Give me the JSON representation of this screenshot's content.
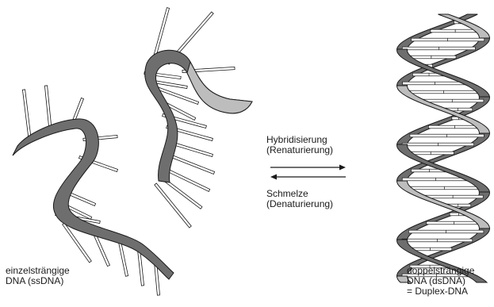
{
  "labels": {
    "ssdna": {
      "line1": "einzelsträngige",
      "line2": "DNA (ssDNA)"
    },
    "dsdna": {
      "line1": "doppelsträngige",
      "line2": "DNA (dsDNA)",
      "line3": "= Duplex-DNA"
    },
    "hybridization": {
      "line1": "Hybridisierung",
      "line2": "(Renaturierung)"
    },
    "melting": {
      "line1": "Schmelze",
      "line2": "(Denaturierung)"
    }
  },
  "colors": {
    "strand_dark": "#6e6e6e",
    "strand_light": "#bdbdbd",
    "outline": "#1a1a1a",
    "base_fill": "#ffffff"
  }
}
